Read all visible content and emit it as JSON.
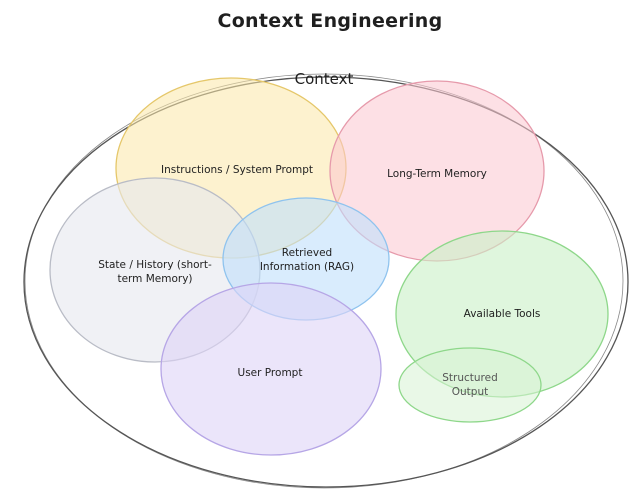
{
  "diagram": {
    "title": "Context Engineering",
    "container_label": "Context",
    "regions": {
      "instructions": {
        "label": "Instructions / System Prompt",
        "fill": "#fbe7a8",
        "stroke": "#e5c76a"
      },
      "long_term_memory": {
        "label": "Long-Term Memory",
        "fill": "#fbc6d0",
        "stroke": "#e69aab"
      },
      "state_history": {
        "label_line1": "State / History (short-",
        "label_line2": "term Memory)",
        "fill": "#e6e8ee",
        "stroke": "#b9bcc6"
      },
      "retrieved_information": {
        "label_line1": "Retrieved",
        "label_line2": "Information (RAG)",
        "fill": "#bfe0fb",
        "stroke": "#8fc3ee"
      },
      "user_prompt": {
        "label": "User Prompt",
        "fill": "#ddd3f7",
        "stroke": "#b6a6e6"
      },
      "available_tools": {
        "label": "Available Tools",
        "fill": "#c9f0c6",
        "stroke": "#8ed78a"
      },
      "structured_output": {
        "label_line1": "Structured",
        "label_line2": "Output",
        "fill": "#d7f3d3",
        "stroke": "#8ed78a"
      }
    },
    "outline_color": "#555555"
  }
}
